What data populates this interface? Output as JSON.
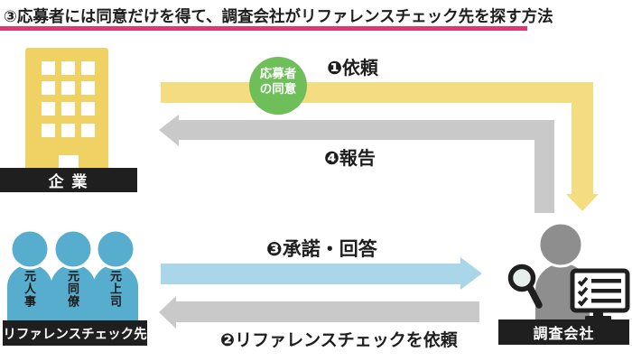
{
  "title": {
    "text": "③応募者には同意だけを得て、調査会社がリファレンスチェック先を探す方法"
  },
  "entities": {
    "company": {
      "label": "企 業"
    },
    "reference_targets": {
      "label": "リファレンスチェック先",
      "members": [
        "元人事",
        "元同僚",
        "元上司"
      ]
    },
    "agency": {
      "label": "調査会社"
    }
  },
  "consent_badge": {
    "line1": "応募者",
    "line2": "の同意"
  },
  "flows": {
    "step1": "❶依頼",
    "step2": "❷リファレンスチェックを依頼",
    "step3": "❸承諾・回答",
    "step4": "❹報告"
  },
  "colors": {
    "accent_pink": "#df3a6e",
    "arrow_yellow": "#f4dc80",
    "building_yellow": "#efd263",
    "arrow_gray": "#c9c9c9",
    "arrow_light_blue": "#a9d6e9",
    "people_blue": "#56adce",
    "consent_green": "#6ebe59",
    "label_black": "#1f1f1f",
    "agency_gray": "#8e8e8e"
  }
}
